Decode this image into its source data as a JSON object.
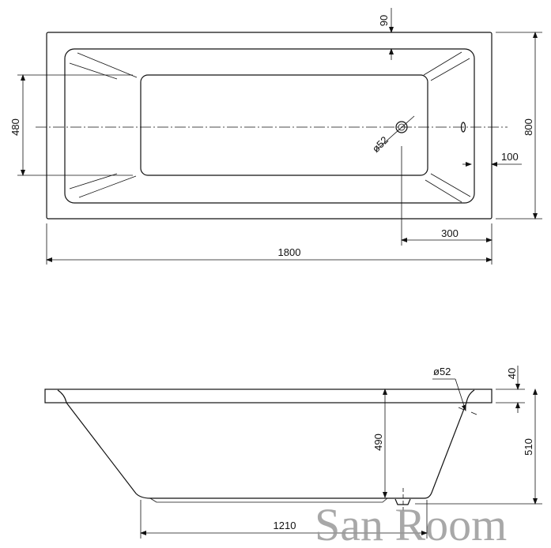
{
  "top_view": {
    "length": "1800",
    "width": "800",
    "rim_width": "90",
    "floor_width": "480",
    "drain_offset": "300",
    "overflow_offset": "100",
    "drain_diameter": "ø52"
  },
  "side_view": {
    "drain_diameter": "ø52",
    "rim_thickness": "40",
    "total_height": "510",
    "inner_depth": "490",
    "floor_length": "1210"
  },
  "watermark": "San Room",
  "colors": {
    "line": "#111111",
    "watermark": "#9a9a9a"
  }
}
